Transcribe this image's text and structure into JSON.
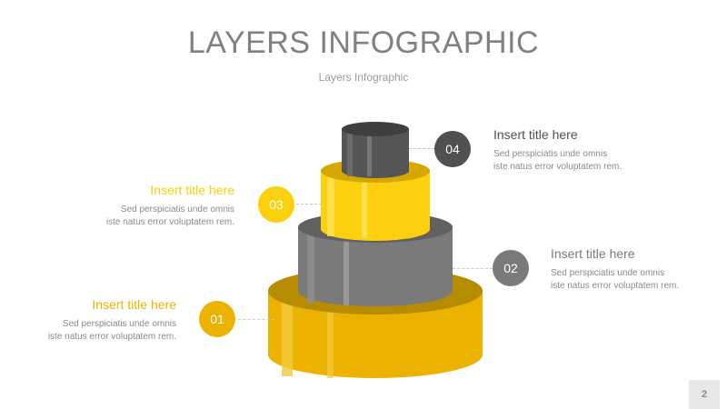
{
  "slide": {
    "title": "LAYERS INFOGRAPHIC",
    "subtitle": "Layers Infographic",
    "page_number": "2"
  },
  "colors": {
    "yellow": "#ebb300",
    "bright_yellow": "#fcd00c",
    "gray": "#7a7a7a",
    "dark_gray": "#505050",
    "title_gray": "#808080"
  },
  "items": [
    {
      "number": "01",
      "title": "Insert title here",
      "desc_line1": "Sed perspiciatis unde omnis",
      "desc_line2": "iste natus error voluptatem rem.",
      "color": "#ebb300"
    },
    {
      "number": "02",
      "title": "Insert title here",
      "desc_line1": "Sed perspiciatis unde omnis",
      "desc_line2": "iste natus error voluptatem rem.",
      "color": "#7a7a7a"
    },
    {
      "number": "03",
      "title": "Insert title here",
      "desc_line1": "Sed perspiciatis unde omnis",
      "desc_line2": "iste natus error voluptatem rem.",
      "color": "#fcd00c"
    },
    {
      "number": "04",
      "title": "Insert title here",
      "desc_line1": "Sed perspiciatis unde omnis",
      "desc_line2": "iste natus error voluptatem rem.",
      "color": "#505050"
    }
  ]
}
